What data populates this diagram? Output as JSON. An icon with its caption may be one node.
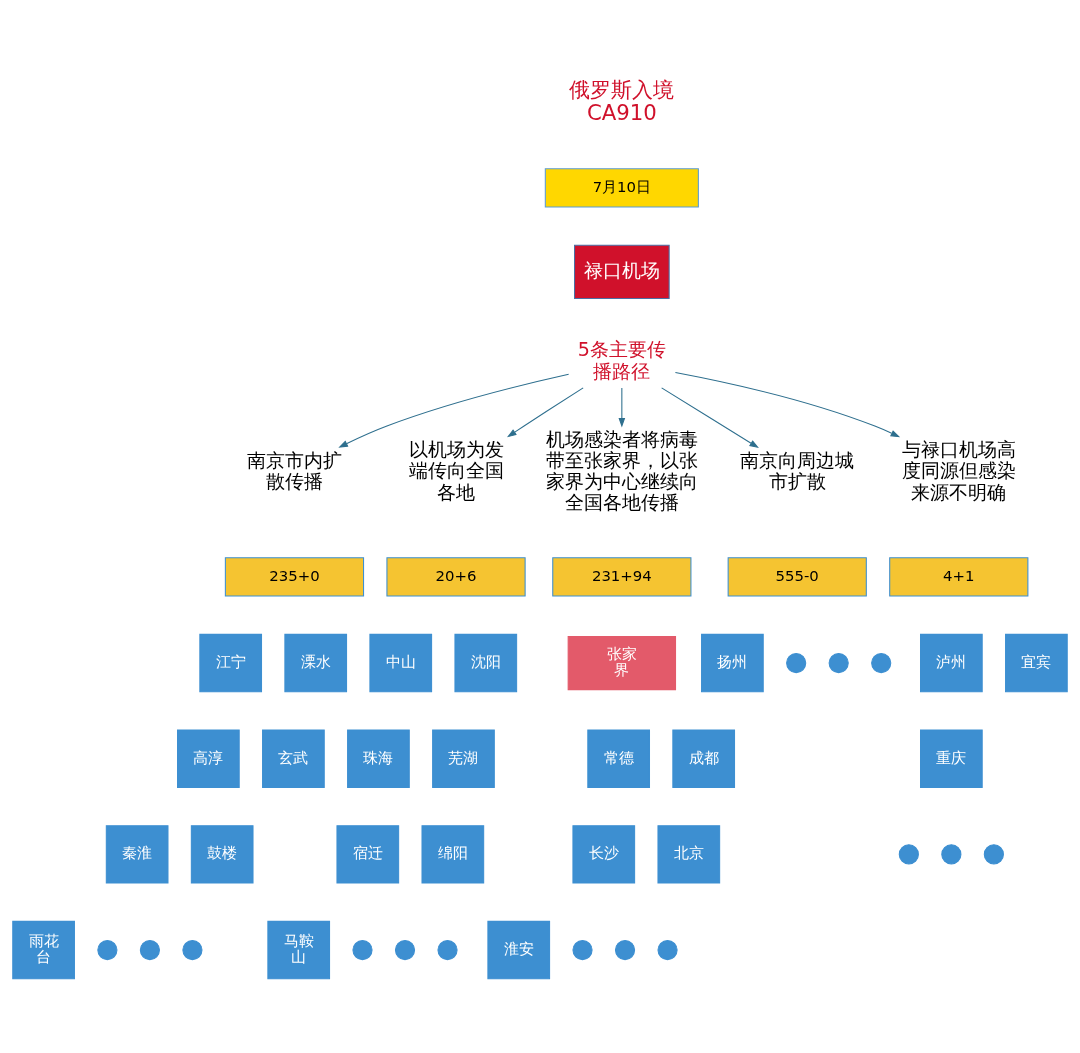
{
  "diagram": {
    "nodes": [
      {
        "text": [
          "俄罗斯入境 CA910"
        ]
      },
      {
        "text": [
          "7月10日"
        ]
      },
      {
        "text": [
          "禄口机场"
        ]
      },
      {
        "text": [
          "5条主要传播路径"
        ]
      },
      {
        "text": [
          "南京市内扩散传播"
        ]
      },
      {
        "text": [
          "以机场为发端传向全国各地"
        ]
      },
      {
        "text": [
          "机场感染者将病毒带至张家界，以张家界为中心继续向全国各地传播"
        ]
      },
      {
        "text": [
          "南京向周边城市扩散"
        ]
      },
      {
        "text": [
          "与禄口机场高度同源但感染来源不明确"
        ]
      },
      {
        "text": [
          "235+0"
        ]
      },
      {
        "text": [
          "20+6"
        ]
      },
      {
        "text": [
          "231+94"
        ]
      },
      {
        "text": [
          "555-0"
        ]
      },
      {
        "text": [
          "4+1"
        ]
      },
      {
        "text": [
          "江宁"
        ]
      },
      {
        "text": [
          "溧水"
        ]
      },
      {
        "text": [
          "高淳"
        ]
      },
      {
        "text": [
          "玄武"
        ]
      },
      {
        "text": [
          "秦淮"
        ]
      },
      {
        "text": [
          "鼓楼"
        ]
      },
      {
        "text": [
          "雨花台"
        ]
      },
      {
        "text": [],
        "shape": "circle"
      },
      {
        "text": [],
        "shape": "circle"
      },
      {
        "text": [],
        "shape": "circle"
      },
      {
        "text": [
          "中山"
        ]
      },
      {
        "text": [
          "沈阳"
        ]
      },
      {
        "text": [
          "珠海"
        ]
      },
      {
        "text": [
          "芜湖"
        ]
      },
      {
        "text": [
          "宿迁"
        ]
      },
      {
        "text": [
          "绵阳"
        ]
      },
      {
        "text": [
          "马鞍山"
        ]
      },
      {
        "text": [],
        "shape": "circle"
      },
      {
        "text": [],
        "shape": "circle"
      },
      {
        "text": [],
        "shape": "circle"
      },
      {
        "text": [
          "张家界"
        ]
      },
      {
        "text": [
          "常德"
        ]
      },
      {
        "text": [
          "成都"
        ]
      },
      {
        "text": [
          "长沙"
        ]
      },
      {
        "text": [
          "北京"
        ]
      },
      {
        "text": [
          "淮安"
        ]
      },
      {
        "text": [],
        "shape": "circle"
      },
      {
        "text": [],
        "shape": "circle"
      },
      {
        "text": [],
        "shape": "circle"
      },
      {
        "text": [
          "扬州"
        ]
      },
      {
        "text": [],
        "shape": "circle"
      },
      {
        "text": [],
        "shape": "circle"
      },
      {
        "text": [],
        "shape": "circle"
      },
      {
        "text": [
          "泸州"
        ]
      },
      {
        "text": [
          "宜宾"
        ]
      },
      {
        "text": [
          "重庆"
        ]
      },
      {
        "text": [],
        "shape": "circle"
      },
      {
        "text": [],
        "shape": "circle"
      },
      {
        "text": [],
        "shape": "circle"
      }
    ],
    "edges": [
      {
        "from": 3,
        "to": 4,
        "arrow": "to"
      },
      {
        "from": 3,
        "to": 5,
        "arrow": "to"
      },
      {
        "from": 3,
        "to": 6,
        "arrow": "to"
      },
      {
        "from": 3,
        "to": 7,
        "arrow": "to"
      },
      {
        "from": 3,
        "to": 8,
        "arrow": "to"
      }
    ]
  }
}
